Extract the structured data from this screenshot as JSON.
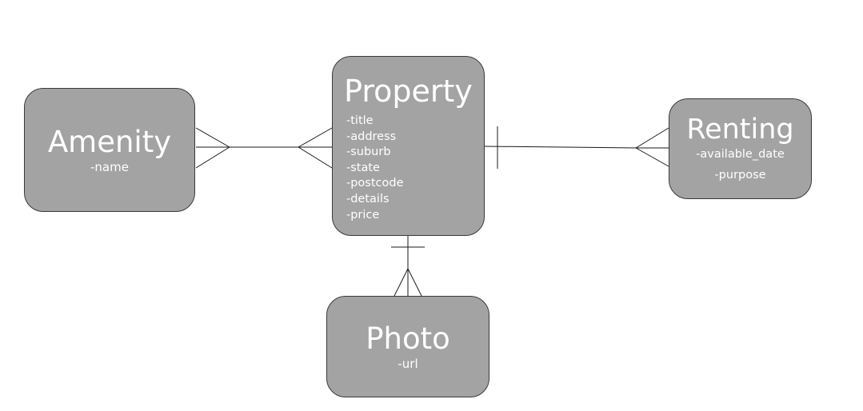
{
  "entities": {
    "amenity": {
      "title": "Amenity",
      "attributes": [
        "-name"
      ]
    },
    "property": {
      "title": "Property",
      "attributes": [
        "-title",
        "-address",
        "-suburb",
        "-state",
        "-postcode",
        "-details",
        "-price"
      ]
    },
    "renting": {
      "title": "Renting",
      "attributes": [
        "-available_date",
        "-purpose"
      ]
    },
    "photo": {
      "title": "Photo",
      "attributes": [
        "-url"
      ]
    }
  },
  "relationships": [
    {
      "from": "amenity",
      "to": "property",
      "from_cardinality": "many",
      "to_cardinality": "many"
    },
    {
      "from": "property",
      "to": "renting",
      "from_cardinality": "one",
      "to_cardinality": "many"
    },
    {
      "from": "property",
      "to": "photo",
      "from_cardinality": "one",
      "to_cardinality": "many"
    }
  ],
  "colors": {
    "entity_fill": "#a3a3a3",
    "entity_border": "#3a3a3a",
    "text": "#ffffff",
    "line": "#1a1a1a",
    "background": "#ffffff"
  }
}
